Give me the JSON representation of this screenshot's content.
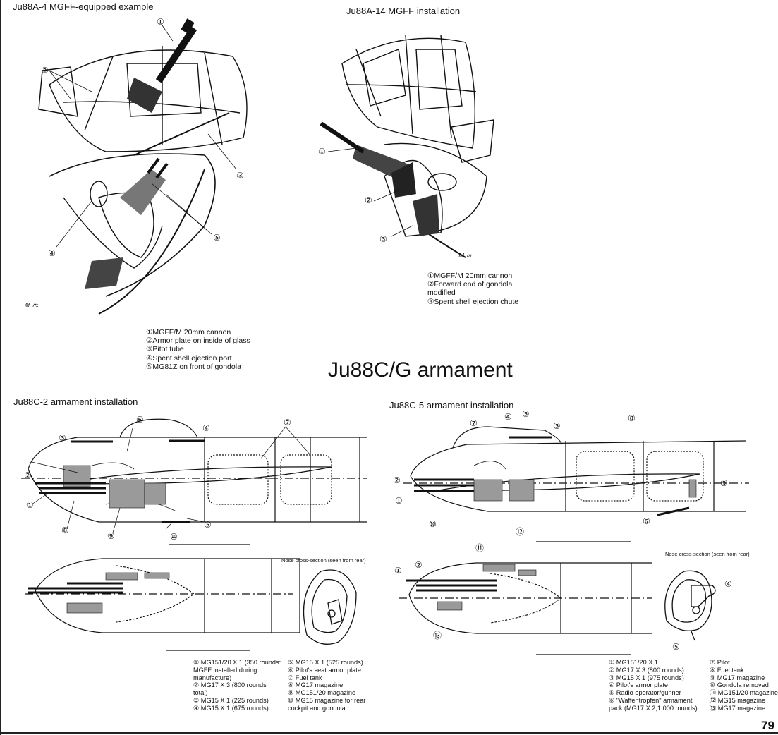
{
  "top_left": {
    "title": "Ju88A-4 MGFF-equipped example",
    "legend": [
      "①MGFF/M 20mm cannon",
      "②Armor plate on inside of glass",
      "③Pitot tube",
      "④Spent shell ejection port",
      "⑤MG81Z on front of gondola"
    ]
  },
  "top_right": {
    "title": "Ju88A-14 MGFF installation",
    "legend": [
      "①MGFF/M 20mm cannon",
      "②Forward end of gondola",
      "   modified",
      "③Spent shell ejection chute"
    ]
  },
  "section_title": "Ju88C/G armament",
  "c2": {
    "title": "Ju88C-2 armament installation",
    "nose_section": "Nose cross-section (seen from rear)",
    "legend_col1": [
      "① MG151/20 X 1 (350 rounds:",
      "   MGFF installed during",
      "   manufacture)",
      "② MG17 X 3 (800 rounds",
      "   total)",
      "③ MG15 X 1 (225 rounds)",
      "④ MG15 X 1 (675 rounds)"
    ],
    "legend_col2": [
      "⑤ MG15 X 1 (525 rounds)",
      "⑥ Pilot's seat armor plate",
      "⑦ Fuel tank",
      "⑧ MG17 magazine",
      "⑨ MG151/20 magazine",
      "⑩ MG15 magazine for rear",
      "   cockpit  and gondola"
    ]
  },
  "c5": {
    "title": "Ju88C-5 armament installation",
    "nose_section": "Nose cross-section (seen from rear)",
    "legend_col1": [
      "① MG151/20 X 1",
      "② MG17 X 3 (800 rounds)",
      "③ MG15 X 1 (975 rounds)",
      "④ Pilot's armor plate",
      "⑤ Radio operator/gunner",
      "⑥ \"Waffentropfen\" armament",
      "   pack (MG17 X 2;1,000 rounds)"
    ],
    "legend_col2": [
      "⑦ Pilot",
      "⑧ Fuel tank",
      "⑨ MG17 magazine",
      "⑩ Gondola removed",
      "⑪ MG151/20 magazine",
      "⑫ MG15 magazine",
      "⑬ MG17 magazine"
    ]
  },
  "callouts": {
    "n1": "①",
    "n2": "②",
    "n3": "③",
    "n4": "④",
    "n5": "⑤",
    "n6": "⑥",
    "n7": "⑦",
    "n8": "⑧",
    "n9": "⑨",
    "n10": "⑩",
    "n11": "⑪",
    "n12": "⑫",
    "n13": "⑬"
  },
  "page_number": "79",
  "colors": {
    "ink": "#111111",
    "shade": "#9a9a9a",
    "paper": "#ffffff"
  }
}
